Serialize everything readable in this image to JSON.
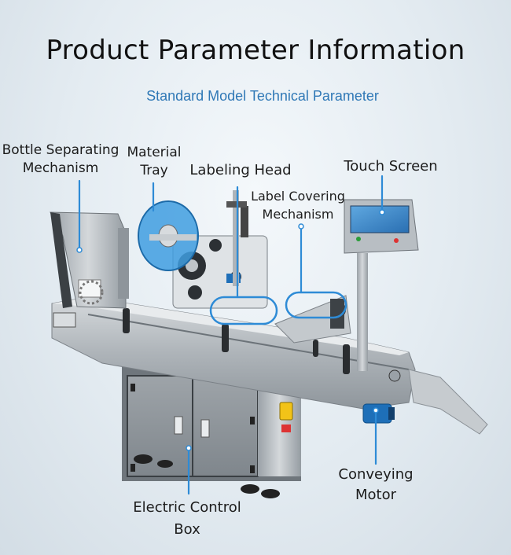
{
  "title": "Product Parameter Information",
  "subtitle": "Standard Model Technical Parameter",
  "callouts": {
    "bottle_separating": [
      "Bottle Separating",
      "Mechanism"
    ],
    "material_tray": [
      "Material",
      "Tray"
    ],
    "labeling_head": [
      "Labeling Head"
    ],
    "touch_screen": [
      "Touch Screen"
    ],
    "label_covering": [
      "Label Covering",
      "Mechanism"
    ],
    "conveying_motor": [
      "Conveying",
      "Motor"
    ],
    "electric_box": [
      "Electric Control",
      "Box"
    ]
  },
  "colors": {
    "accent": "#2e8bd6",
    "steel": "#b9bfc4",
    "dark": "#2b2e31",
    "motor": "#1e6fb8",
    "button": "#f2c318"
  }
}
